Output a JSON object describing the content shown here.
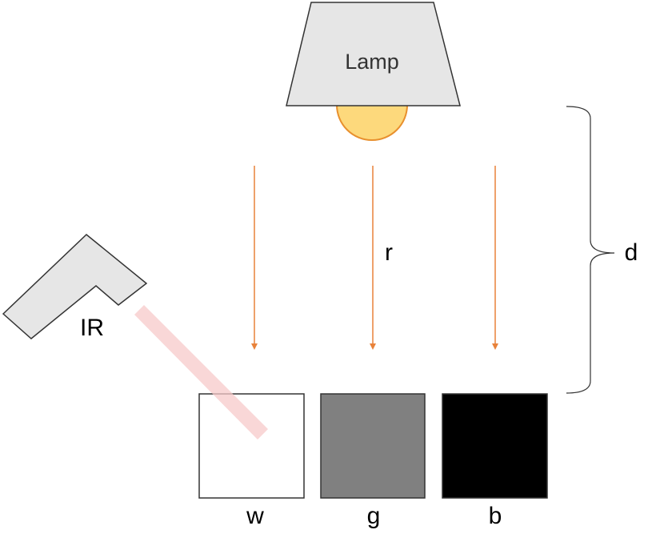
{
  "diagram": {
    "lamp": {
      "label": "Lamp",
      "body_color": "#e6e6e6",
      "bulb_color": "#fdd97c",
      "bulb_stroke": "#e8902e"
    },
    "rays": {
      "label": "r",
      "color": "#e8823a",
      "count": 3
    },
    "ir_sensor": {
      "label": "IR",
      "body_color": "#e6e6e6",
      "beam_color": "#f7c9c9"
    },
    "distance": {
      "label": "d"
    },
    "samples": [
      {
        "label": "w",
        "fill": "#ffffff"
      },
      {
        "label": "g",
        "fill": "#808080"
      },
      {
        "label": "b",
        "fill": "#000000"
      }
    ]
  }
}
